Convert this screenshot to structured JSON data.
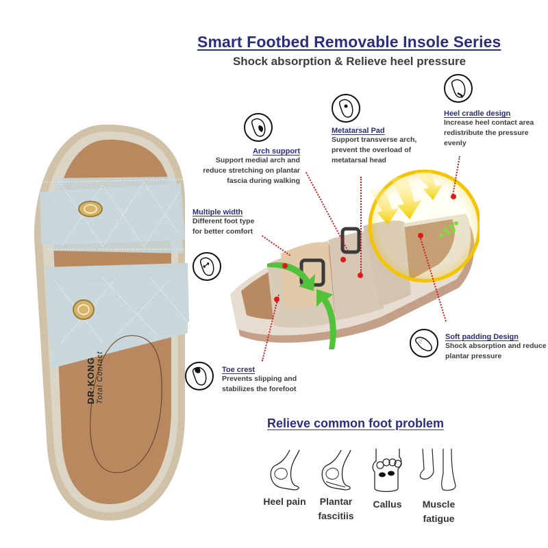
{
  "header": {
    "title": "Smart Footbed Removable Insole Series",
    "subtitle": "Shock absorption & Relieve heel pressure"
  },
  "product": {
    "brand": "DR·KONG",
    "tagline": "Total Contact"
  },
  "features": [
    {
      "icon": "foot-arch-icon",
      "title": "Arch support",
      "desc": "Support medial arch and reduce stretching on plantar fascia during walking"
    },
    {
      "icon": "foot-metatarsal-icon",
      "title": "Metatarsal Pad",
      "desc": "Support transverse arch, prevent the overload of metatarsal head"
    },
    {
      "icon": "foot-heel-icon",
      "title": "Heel cradle design",
      "desc": "Increase heel contact area redistribute the pressure evenly"
    },
    {
      "icon": "foot-width-icon",
      "title": "Multiple width",
      "desc": "Different foot type for better comfort"
    },
    {
      "icon": "insole-padding-icon",
      "title": "Soft padding Design",
      "desc": "Shock absorption and reduce plantar pressure"
    },
    {
      "icon": "foot-toe-icon",
      "title": "Toe crest",
      "desc": "Prevents slipping and stabilizes the forefoot"
    }
  ],
  "problems_section": {
    "title": "Relieve common foot problem",
    "items": [
      {
        "icon": "heel-pain-icon",
        "label_line1": "Heel pain",
        "label_line2": ""
      },
      {
        "icon": "plantar-fasciitis-icon",
        "label_line1": "Plantar",
        "label_line2": "fascitiis"
      },
      {
        "icon": "callus-icon",
        "label_line1": "Callus",
        "label_line2": ""
      },
      {
        "icon": "muscle-fatigue-icon",
        "label_line1": "Muscle",
        "label_line2": "fatigue"
      }
    ]
  },
  "colors": {
    "title_navy": "#2a2e7c",
    "body_text": "#3c3c3c",
    "pointer_red": "#d0141a",
    "sandal_blue": "#c9d6da",
    "footbed_tan": "#b88a62",
    "highlight_yellow": "#f5c400"
  }
}
